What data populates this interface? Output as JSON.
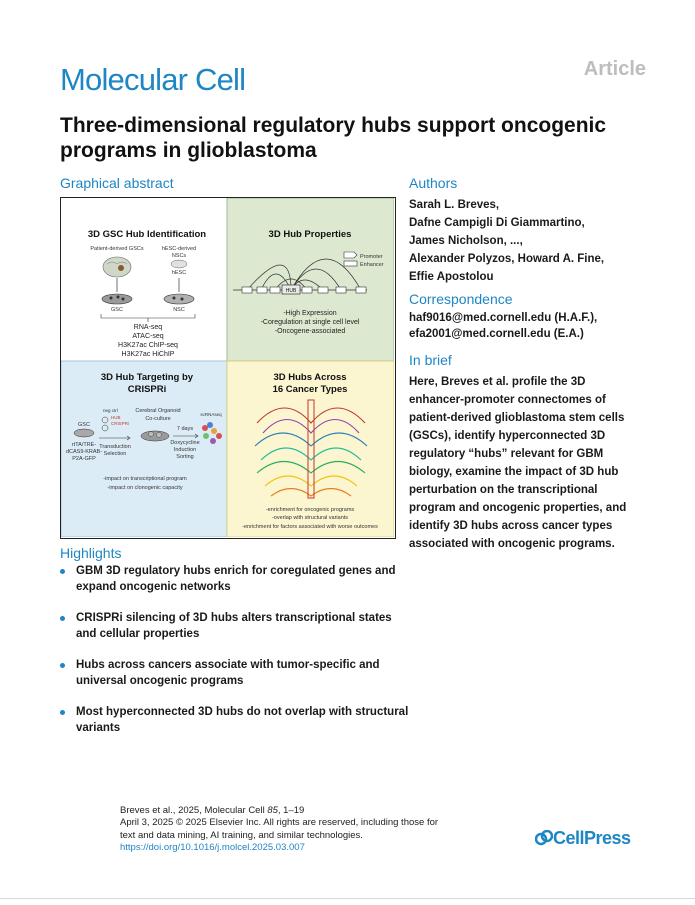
{
  "header": {
    "journal": "Molecular Cell",
    "article_type": "Article"
  },
  "title": "Three-dimensional regulatory hubs support oncogenic programs in glioblastoma",
  "graphical_abstract": {
    "heading": "Graphical abstract",
    "panel1": {
      "title": "3D GSC Hub Identification",
      "patient_label": "Patient-derived GSCs",
      "hesc_label": "hESC-derived",
      "nscs_label": "NSCs",
      "hesc_small": "hESC",
      "gsc_dish": "GSC",
      "nsc_dish": "NSC",
      "assays": [
        "RNA-seq",
        "ATAC-seq",
        "H3K27ac ChIP-seq",
        "H3K27ac HiChIP"
      ]
    },
    "panel2": {
      "title": "3D Hub Properties",
      "legend_promoter": "Promoter",
      "legend_enhancer": "Enhancer",
      "hub_label": "HUB",
      "properties": [
        "-High Expression",
        "-Coregulation at single cell level",
        "-Oncogene-associated"
      ]
    },
    "panel3": {
      "title_line1": "3D Hub Targeting by",
      "title_line2": "CRISPRi",
      "gsc_label": "GSC",
      "construct": [
        "rtTA/TRE-",
        "dCAS9-KRAB-",
        "P2A-GFP"
      ],
      "neg_ctrl": "neg ctrl",
      "hub_label": "HUB",
      "crispri_label": "CRISPRi",
      "transduction": [
        "Transduction",
        "Selection"
      ],
      "organoid": [
        "Cerebral Organoid",
        "Co-culture"
      ],
      "days": "7 days",
      "dox": [
        "Doxycycline",
        "Induction",
        "Sorting"
      ],
      "scrnaseq": "scRNAseq",
      "impacts": [
        "-impact on transcriptional program",
        "-impact on clonogenic capacity"
      ]
    },
    "panel4": {
      "title_line1": "3D Hubs Across",
      "title_line2": "16 Cancer Types",
      "notes": [
        "-enrichment for oncogenic programs",
        "-overlap with structural variants",
        "-enrichment for factors associated with worse outcomes"
      ]
    }
  },
  "authors": {
    "heading": "Authors",
    "lines": [
      "Sarah L. Breves,",
      "Dafne Campigli Di Giammartino,",
      "James Nicholson, ...,",
      "Alexander Polyzos, Howard A. Fine,",
      "Effie Apostolou"
    ]
  },
  "correspondence": {
    "heading": "Correspondence",
    "lines": [
      "haf9016@med.cornell.edu (H.A.F.),",
      "efa2001@med.cornell.edu (E.A.)"
    ]
  },
  "in_brief": {
    "heading": "In brief",
    "text": "Here, Breves et al. profile the 3D enhancer-promoter connectomes of patient-derived glioblastoma stem cells (GSCs), identify hyperconnected 3D regulatory “hubs” relevant for GBM biology, examine the impact of 3D hub perturbation on the transcriptional program and oncogenic properties, and identify 3D hubs across cancer types associated with oncogenic programs."
  },
  "highlights": {
    "heading": "Highlights",
    "items": [
      "GBM 3D regulatory hubs enrich for coregulated genes and expand oncogenic networks",
      "CRISPRi silencing of 3D hubs alters transcriptional states and cellular properties",
      "Hubs across cancers associate with tumor-specific and universal oncogenic programs",
      "Most hyperconnected 3D hubs do not overlap with structural variants"
    ]
  },
  "footer": {
    "citation_prefix": "Breves et al., 2025, Molecular Cell ",
    "volume": "85",
    "pages": ", 1–19",
    "line2": "April 3, 2025 © 2025 Elsevier Inc. All rights are reserved, including those for",
    "line3": "text and data mining, AI training, and similar technologies.",
    "doi": "https://doi.org/10.1016/j.molcel.2025.03.007"
  },
  "publisher": "CellPress",
  "colors": {
    "brand_blue": "#1e86c4",
    "panel1_bg": "#ffffff",
    "panel2_bg": "#dce8cf",
    "panel3_bg": "#dcecf6",
    "panel4_bg": "#fbf5d0"
  }
}
